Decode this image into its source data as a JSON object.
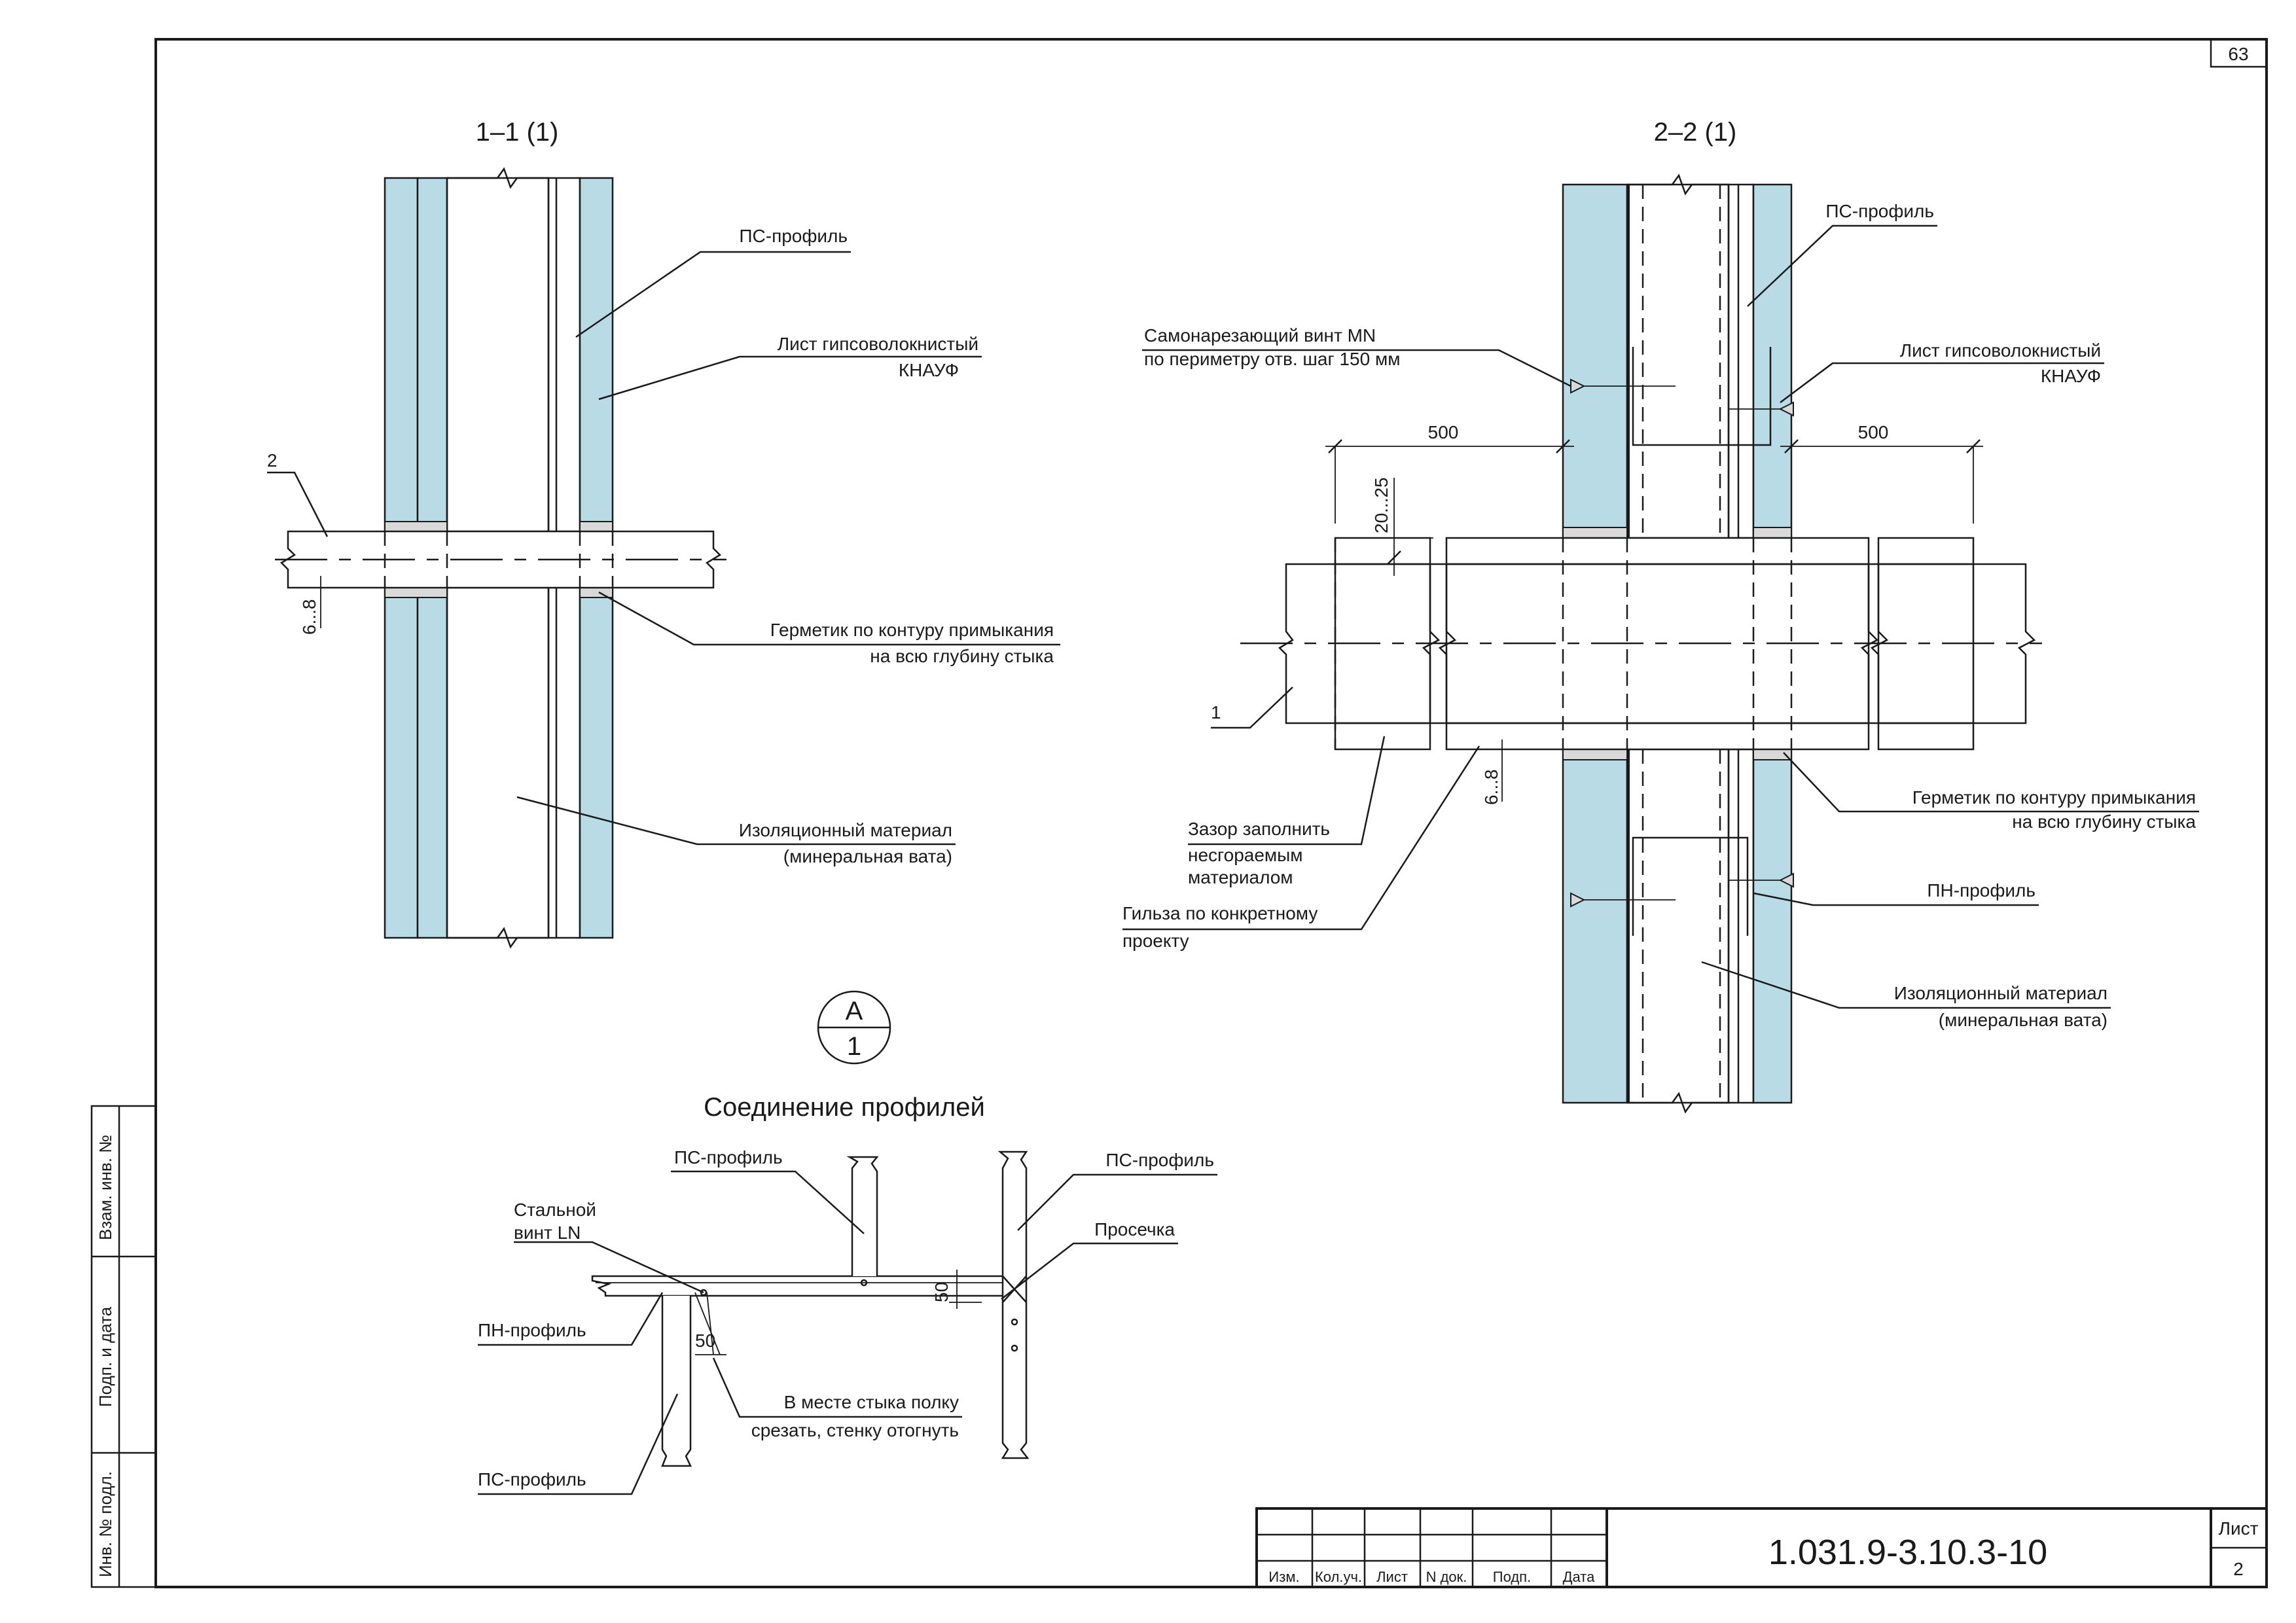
{
  "sheet": {
    "page_number": "63",
    "doc_code": "1.031.9-3.10.3-10",
    "sheet_label": "Лист",
    "sheet_number": "2",
    "stamp_columns": [
      "Изм.",
      "Кол.уч.",
      "Лист",
      "N док.",
      "Подп.",
      "Дата"
    ],
    "side_fields": [
      "Взам. инв. №",
      "Подп. и дата",
      "Инв. № подл."
    ]
  },
  "section_1": {
    "title": "1–1 (1)",
    "label_ps": "ПС-профиль",
    "label_sheet_1": "Лист гипсоволокнистый",
    "label_sheet_2": "КНАУФ",
    "marker_2": "2",
    "dim_gap": "6...8",
    "label_seal_1": "Герметик по контуру примыкания",
    "label_seal_2": "на всю глубину стыка",
    "label_wool_1": "Изоляционный материал",
    "label_wool_2": "(минеральная вата)"
  },
  "section_2": {
    "title": "2–2 (1)",
    "label_ps": "ПС-профиль",
    "label_screw_1": "Самонарезающий винт MN",
    "label_screw_2": "по периметру отв. шаг 150 мм",
    "label_sheet_1": "Лист гипсоволокнистый",
    "label_sheet_2": "КНАУФ",
    "dim_left": "500",
    "dim_right": "500",
    "dim_top": "20...25",
    "marker_1": "1",
    "dim_gap": "6...8",
    "label_seal_1": "Герметик по контуру примыкания",
    "label_seal_2": "на всю глубину стыка",
    "label_fill_1": "Зазор заполнить",
    "label_fill_2": "несгораемым",
    "label_fill_3": "материалом",
    "label_sleeve_1": "Гильза по конкретному",
    "label_sleeve_2": "проекту",
    "label_pn": "ПН-профиль",
    "label_wool_1": "Изоляционный материал",
    "label_wool_2": "(минеральная вата)"
  },
  "detail_a": {
    "mark_letter": "А",
    "mark_number": "1",
    "title": "Соединение профилей",
    "label_ps_top": "ПС-профиль",
    "label_ps_right": "ПС-профиль",
    "label_screw_1": "Стальной",
    "label_screw_2": "винт LN",
    "label_cut": "Просечка",
    "label_pn": "ПН-профиль",
    "label_ps_bottom": "ПС-профиль",
    "dim_50_a": "50",
    "dim_50_b": "50",
    "label_note_1": "В месте стыка полку",
    "label_note_2": "срезать, стенку отогнуть"
  },
  "colors": {
    "board": "#b9dbe6",
    "line": "#1a1a1a",
    "seal": "#d9d9d9"
  }
}
